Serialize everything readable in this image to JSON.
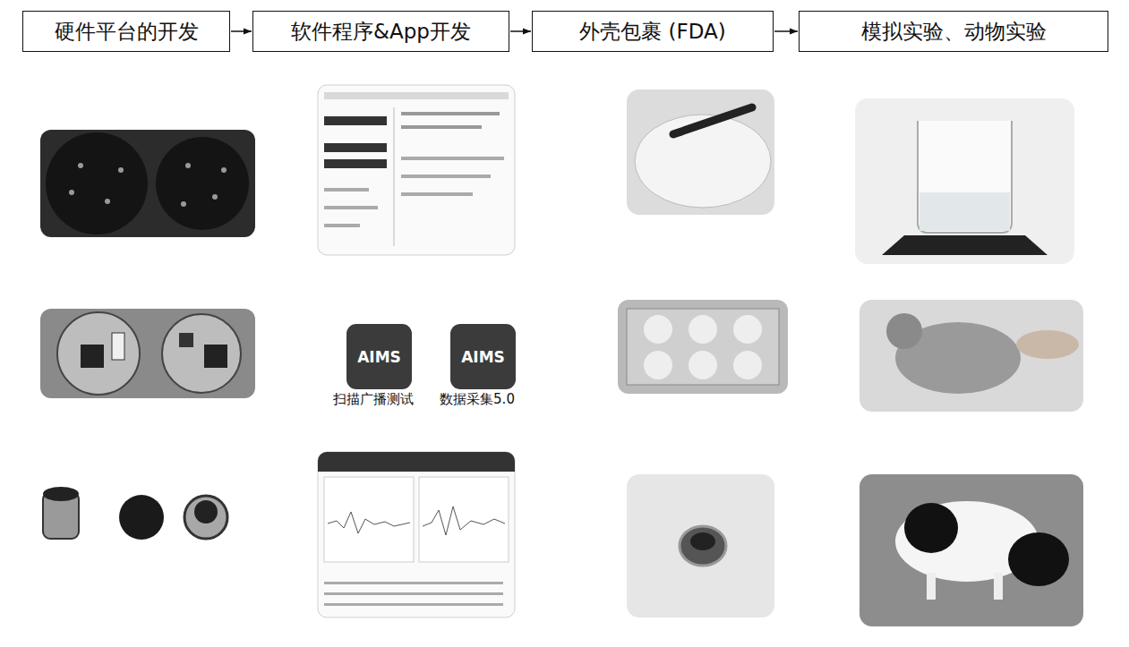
{
  "diagram": {
    "nodes": [
      {
        "text": [
          "硬件平台的开发"
        ]
      },
      {
        "text": [
          "软件程序&App开发"
        ]
      },
      {
        "text": [
          "外壳包裹 (FDA)"
        ]
      },
      {
        "text": [
          "模拟实验、动物实验"
        ]
      },
      {
        "text": [
          "AIMS"
        ]
      },
      {
        "text": [
          "AIMS"
        ]
      }
    ],
    "edges": [
      {
        "from": 0,
        "to": 1,
        "arrow": "to"
      },
      {
        "from": 1,
        "to": 2,
        "arrow": "to"
      },
      {
        "from": 2,
        "to": 3,
        "arrow": "to"
      }
    ],
    "labels": [
      "扫描广播测试",
      "数据采集5.0"
    ]
  }
}
